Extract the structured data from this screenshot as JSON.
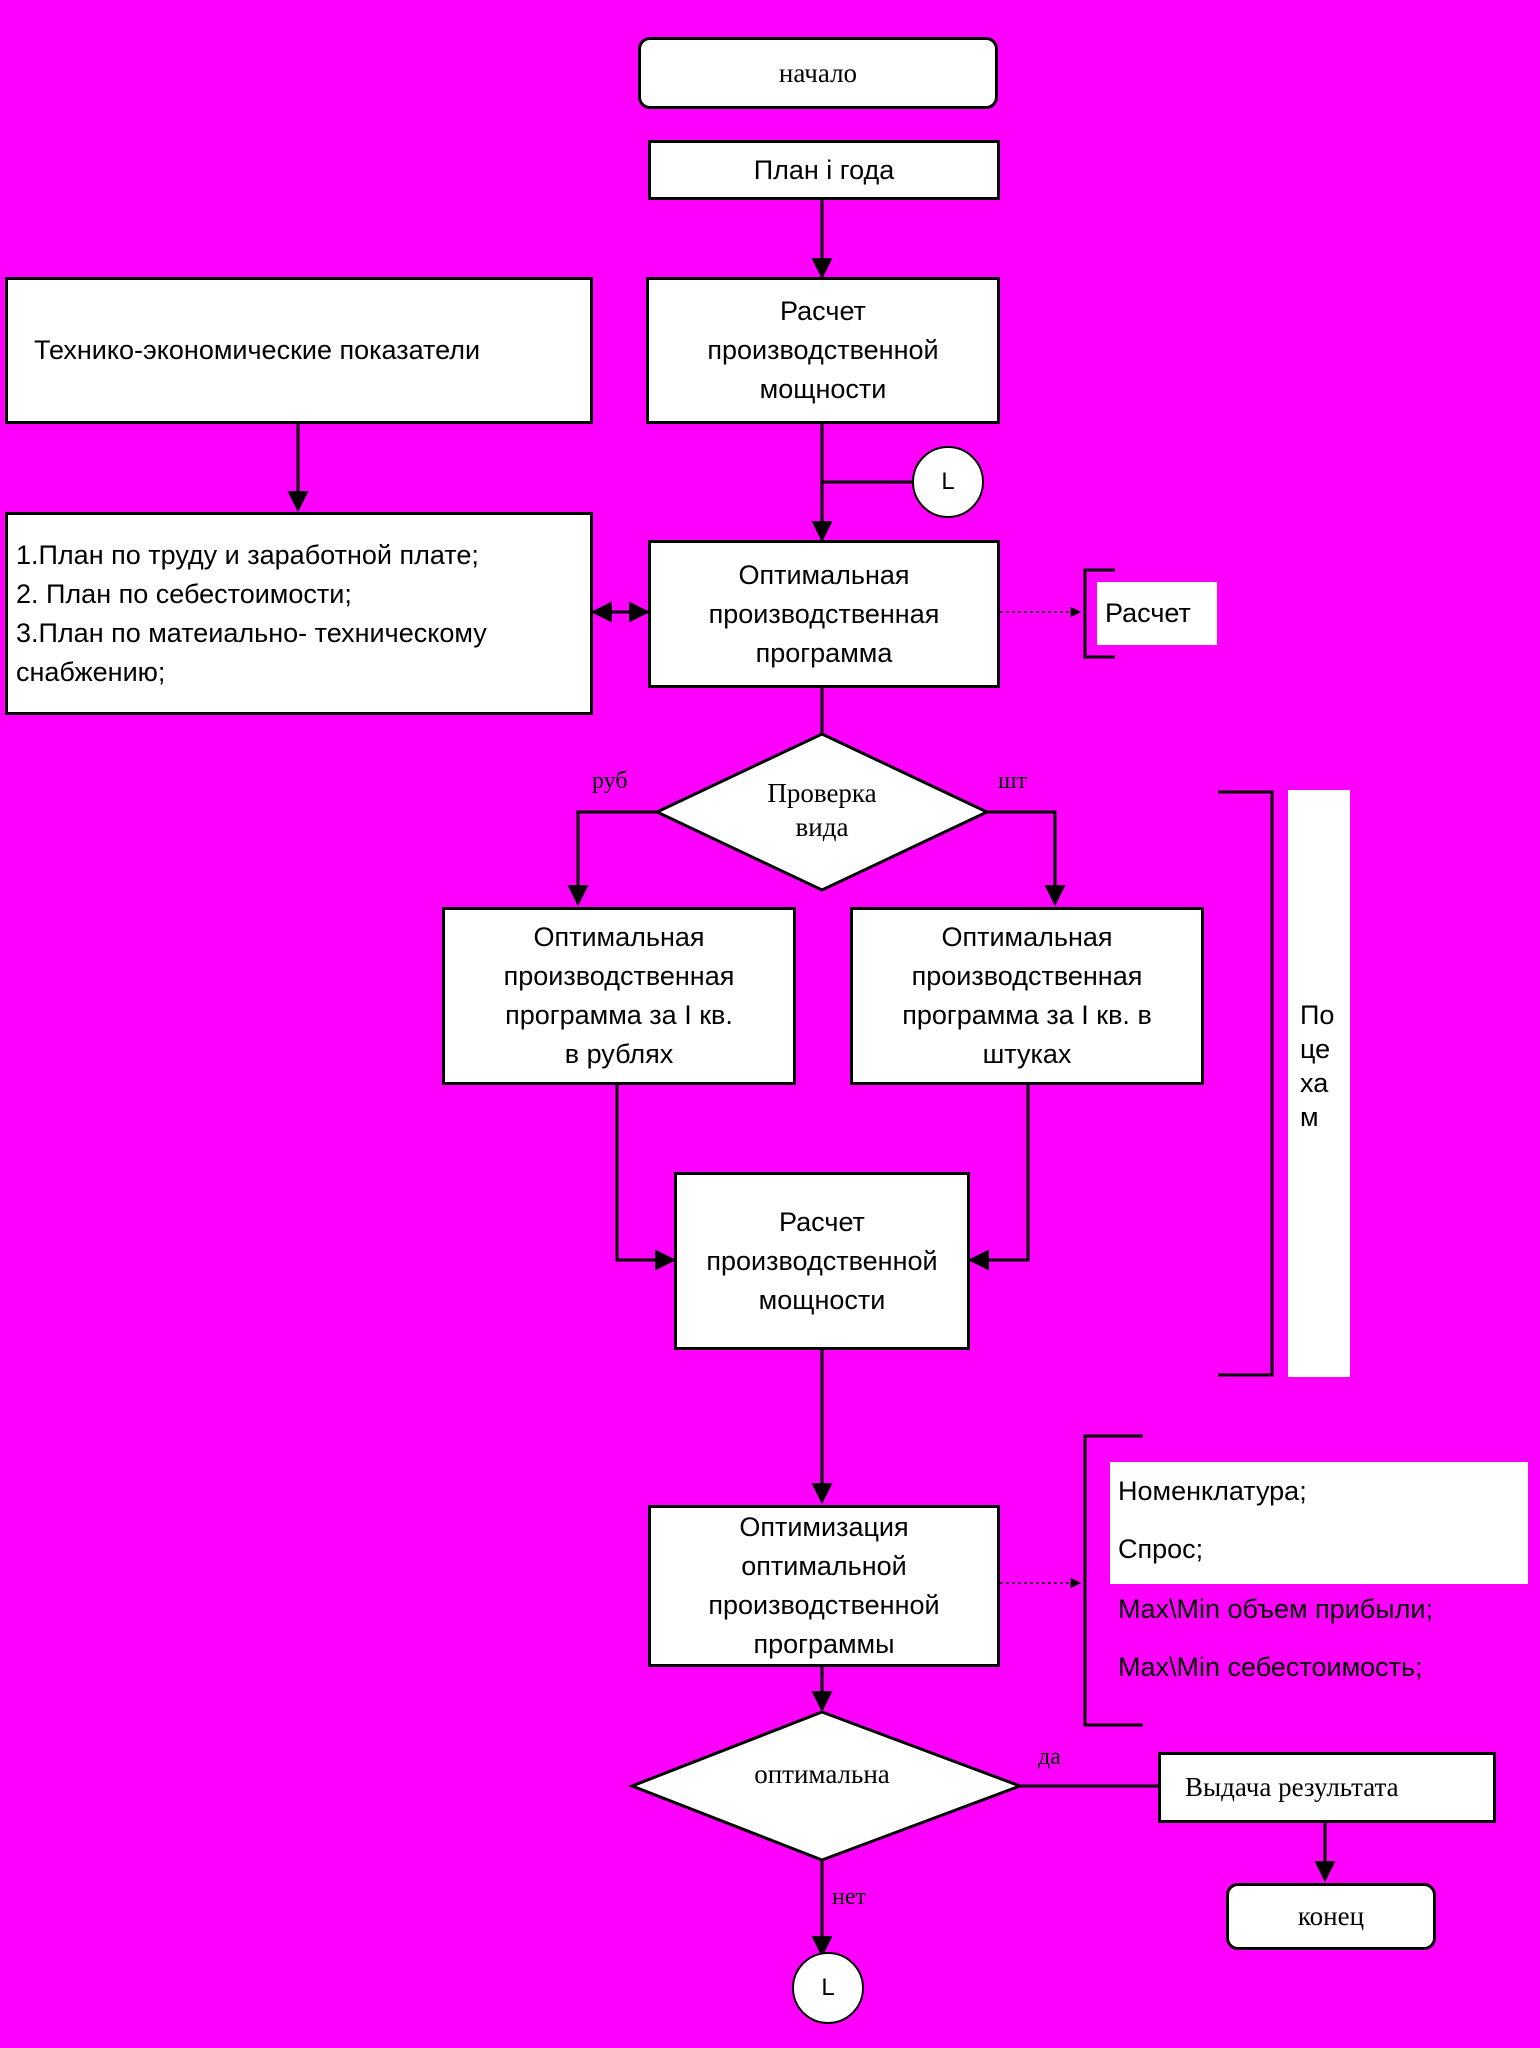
{
  "nodes": {
    "start": "начало",
    "plan": "План і года",
    "calc1": "Расчет\nпроизводственной\nмощности",
    "tech": "Технико-экономические показатели",
    "plans": "1.План по труду и заработной плате;\n2. План по себестоимости;\n3.План по матеиально- техническому\nснабжению;",
    "opt": "Оптимальная\nпроизводственная\nпрограмма",
    "raschet": "Расчет",
    "check": "Проверка\nвида",
    "opt_rub": "Оптимальная\nпроизводственная\nпрограмма за I кв.\nв рублях",
    "opt_sht": "Оптимальная\nпроизводственная\nпрограмма за I кв. в\nштуках",
    "calc2": "Расчет\nпроизводственной\nмощности",
    "po_cekham": "По\nце\nха\nм",
    "optimize": "Оптимизация\nоптимальной\nпроизводственной\nпрограммы",
    "optimal": "оптимальна",
    "result": "Выдача результата",
    "end": "конец",
    "connector_top": "L",
    "connector_bottom": "L"
  },
  "labels": {
    "rub": "руб",
    "sht": "шт",
    "yes": "да",
    "no": "нет"
  },
  "criteria": [
    "Номенклатура;",
    "Спрос;",
    "Max\\Min объем прибыли;",
    "Max\\Min себестоимость;"
  ],
  "colors": {
    "background": "#ff00ff",
    "box": "#ffffff",
    "line": "#000000"
  }
}
